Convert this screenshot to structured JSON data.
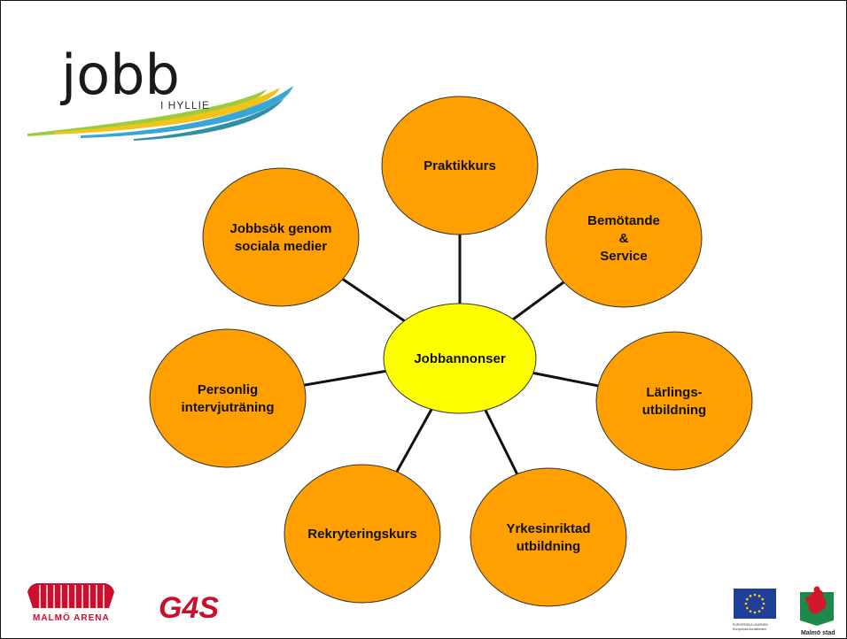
{
  "logo": {
    "wordmark": "jobb",
    "subtitle": "I HYLLIE",
    "colors": {
      "swoosh_green": "#9ccc3c",
      "swoosh_yellow": "#f2c418",
      "swoosh_blue": "#3aa6d6",
      "swoosh_teal": "#2f8fa6"
    }
  },
  "diagram": {
    "center": {
      "id": "jobbannonser",
      "lines": [
        "Jobbannonser"
      ],
      "fill": "#ffff00"
    },
    "nodes": [
      {
        "id": "praktikkurs",
        "lines": [
          "Praktikkurs"
        ]
      },
      {
        "id": "bemotande-service",
        "lines": [
          "Bemötande",
          "&",
          "Service"
        ]
      },
      {
        "id": "larlingsutbildning",
        "lines": [
          "Lärlings-",
          "utbildning"
        ]
      },
      {
        "id": "yrkesinriktad-utbildning",
        "lines": [
          "Yrkesinriktad",
          "utbildning"
        ]
      },
      {
        "id": "rekryteringskurs",
        "lines": [
          "Rekryteringskurs"
        ]
      },
      {
        "id": "personlig-intervjutraning",
        "lines": [
          "Personlig",
          "intervjuträning"
        ]
      },
      {
        "id": "jobbsok-sociala-medier",
        "lines": [
          "Jobbsök genom",
          "sociala medier"
        ]
      }
    ],
    "node_fill": "#ffa000",
    "edge_color": "#111111"
  },
  "footer_logos": {
    "malmo_arena": {
      "text": "MALMÖ ARENA",
      "color": "#c8102e"
    },
    "g4s": {
      "text": "G4S",
      "color": "#c8102e"
    },
    "eu": {
      "caption_line1": "EUROPEISKA UNIONEN",
      "caption_line2": "Europeiska socialfonden",
      "flag_color": "#1f3f9a",
      "star_color": "#ffd700"
    },
    "malmo_stad": {
      "text": "Malmö stad"
    }
  }
}
